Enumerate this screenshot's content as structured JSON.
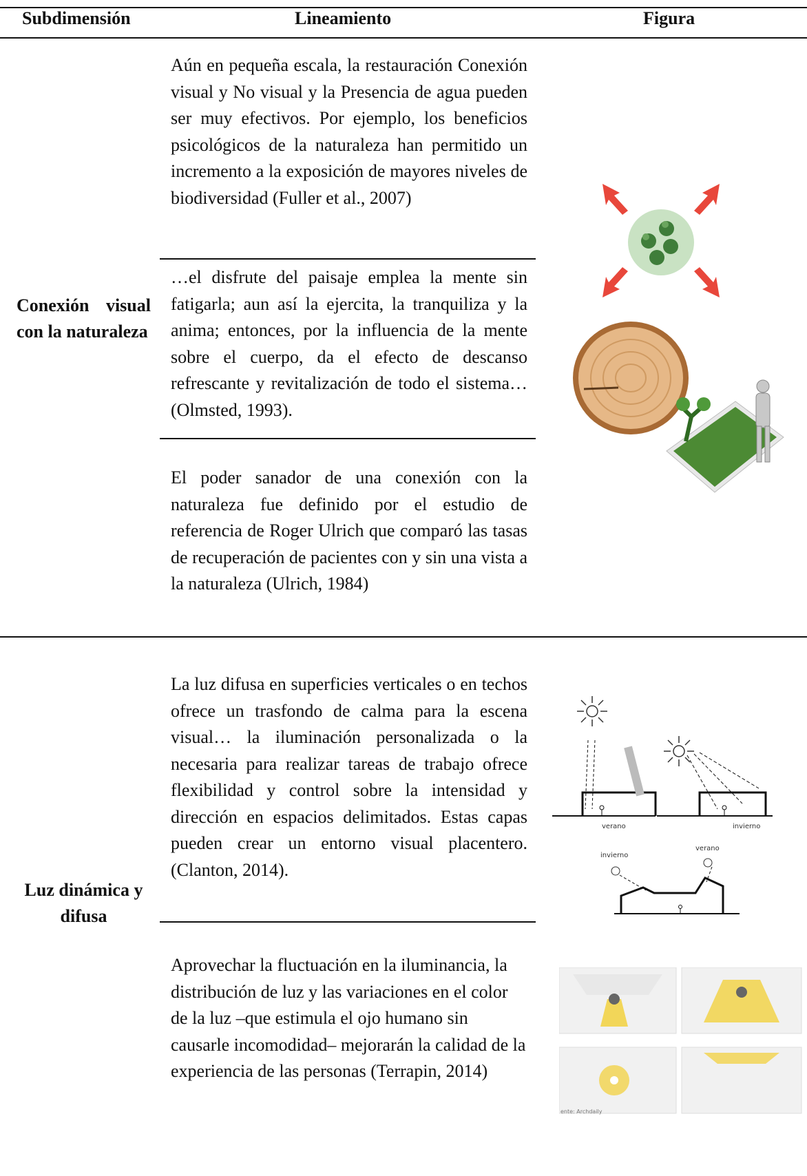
{
  "header": {
    "col1": "Subdimensión",
    "col2": "Lineamiento",
    "col3": "Figura"
  },
  "rows": [
    {
      "subdimension": "Conexión visual con la naturaleza",
      "paragraphs": [
        "Aún en pequeña escala, la restauración Conexión visual y No visual y la Presencia de agua pueden ser muy efectivos. Por ejemplo, los beneficios psicológicos de la naturaleza han permitido un incremento a la exposición de mayores niveles de biodiversidad (Fuller et al., 2007)",
        "…el disfrute del paisaje emplea la mente sin fatigarla; aun así la ejercita, la tranquiliza y la anima; entonces, por la influencia de la mente sobre el cuerpo, da el efecto de descanso refrescante y revitalización de todo el sistema… (Olmsted, 1993).",
        "El poder sanador de una conexión con la naturaleza fue definido por el estudio de referencia de Roger Ulrich que comparó las tasas de recuperación de pacientes con y sin una vista a la naturaleza (Ulrich, 1984)"
      ]
    },
    {
      "subdimension": "Luz dinámica y difusa",
      "paragraphs": [
        "La luz difusa en superficies verticales o en techos ofrece un trasfondo de calma para la escena visual… la iluminación personalizada o la necesaria para realizar tareas de trabajo ofrece flexibilidad y control sobre la intensidad y dirección en espacios delimitados. Estas capas pueden crear un entorno visual placentero. (Clanton, 2014).",
        "Aprovechar la fluctuación en la iluminancia, la distribución de luz y las variaciones en el color de la luz –que estimula el ojo humano sin causarle incomodidad– mejorarán la calidad de la experiencia de las personas (Terrapin, 2014)"
      ]
    }
  ],
  "figure_labels": {
    "summer": "verano",
    "winter": "invierno",
    "credit": "ente: Archdaily"
  },
  "colors": {
    "arrow": "#e8473b",
    "circle": "#c9e2c3",
    "leaf": "#3f7d3a",
    "light": "#f2cf33"
  }
}
